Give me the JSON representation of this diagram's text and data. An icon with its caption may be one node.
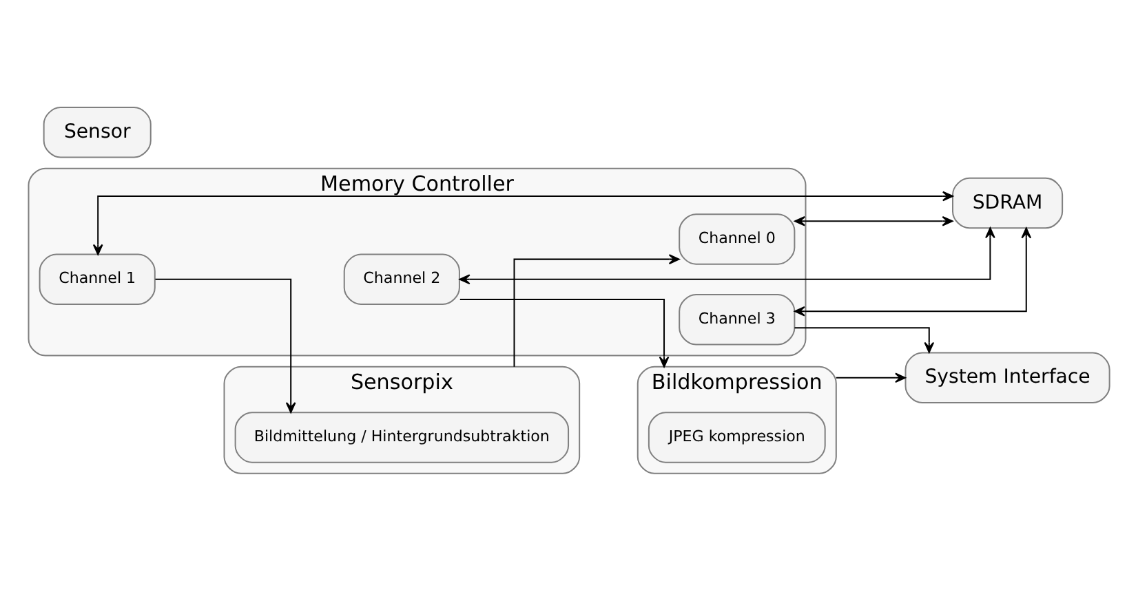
{
  "diagram": {
    "nodes": [
      {
        "text": [
          "Sensorpix"
        ]
      },
      {
        "text": [
          "Sensor"
        ]
      },
      {
        "text": [
          "Bildmittelung / Hintergrundsubtraktion"
        ],
        "in": 0
      },
      {
        "text": [
          "Memory Controller"
        ]
      },
      {
        "text": [
          "Channel 0"
        ],
        "in": 3
      },
      {
        "text": [
          "Channel 1"
        ],
        "in": 3
      },
      {
        "text": [
          "Channel 2"
        ],
        "in": 3
      },
      {
        "text": [
          "Channel 3"
        ],
        "in": 3
      },
      {
        "text": [
          "SDRAM"
        ]
      },
      {
        "text": [
          "Bildkompression"
        ]
      },
      {
        "text": [
          "JPEG kompression"
        ],
        "in": 9
      },
      {
        "text": [
          "System Interface"
        ]
      }
    ],
    "edges": [
      {
        "from": 0,
        "to": 4,
        "arrow": "to"
      },
      {
        "from": 5,
        "to": 2,
        "arrow": "to"
      },
      {
        "from": 6,
        "to": 9,
        "arrow": "to"
      },
      {
        "from": 7,
        "to": 11,
        "arrow": "to"
      },
      {
        "from": 9,
        "to": 11,
        "arrow": "to"
      },
      {
        "from": 4,
        "to": 8,
        "arrow": "both"
      },
      {
        "from": 5,
        "to": 8,
        "arrow": "both"
      },
      {
        "from": 6,
        "to": 8,
        "arrow": "both"
      },
      {
        "from": 7,
        "to": 8,
        "arrow": "both"
      }
    ]
  }
}
